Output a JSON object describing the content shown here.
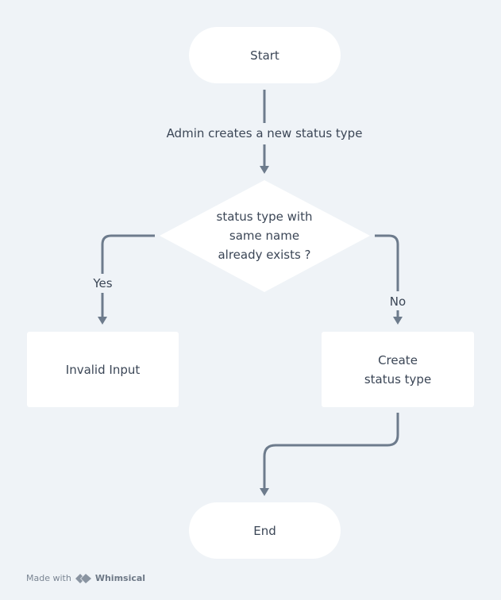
{
  "diagram": {
    "start_label": "Start",
    "step_label": "Admin creates a new status type",
    "decision_label": "status type with\nsame name\nalready exists ?",
    "yes_label": "Yes",
    "no_label": "No",
    "invalid_label": "Invalid Input",
    "create_label": "Create\nstatus type",
    "end_label": "End"
  },
  "footer": {
    "made_with": "Made with",
    "brand": "Whimsical",
    "logo_icon": "whimsical-logo-icon"
  },
  "colors": {
    "background": "#eff3f7",
    "node_fill": "#ffffff",
    "connector": "#6d7b8c",
    "text": "#3b4656"
  }
}
